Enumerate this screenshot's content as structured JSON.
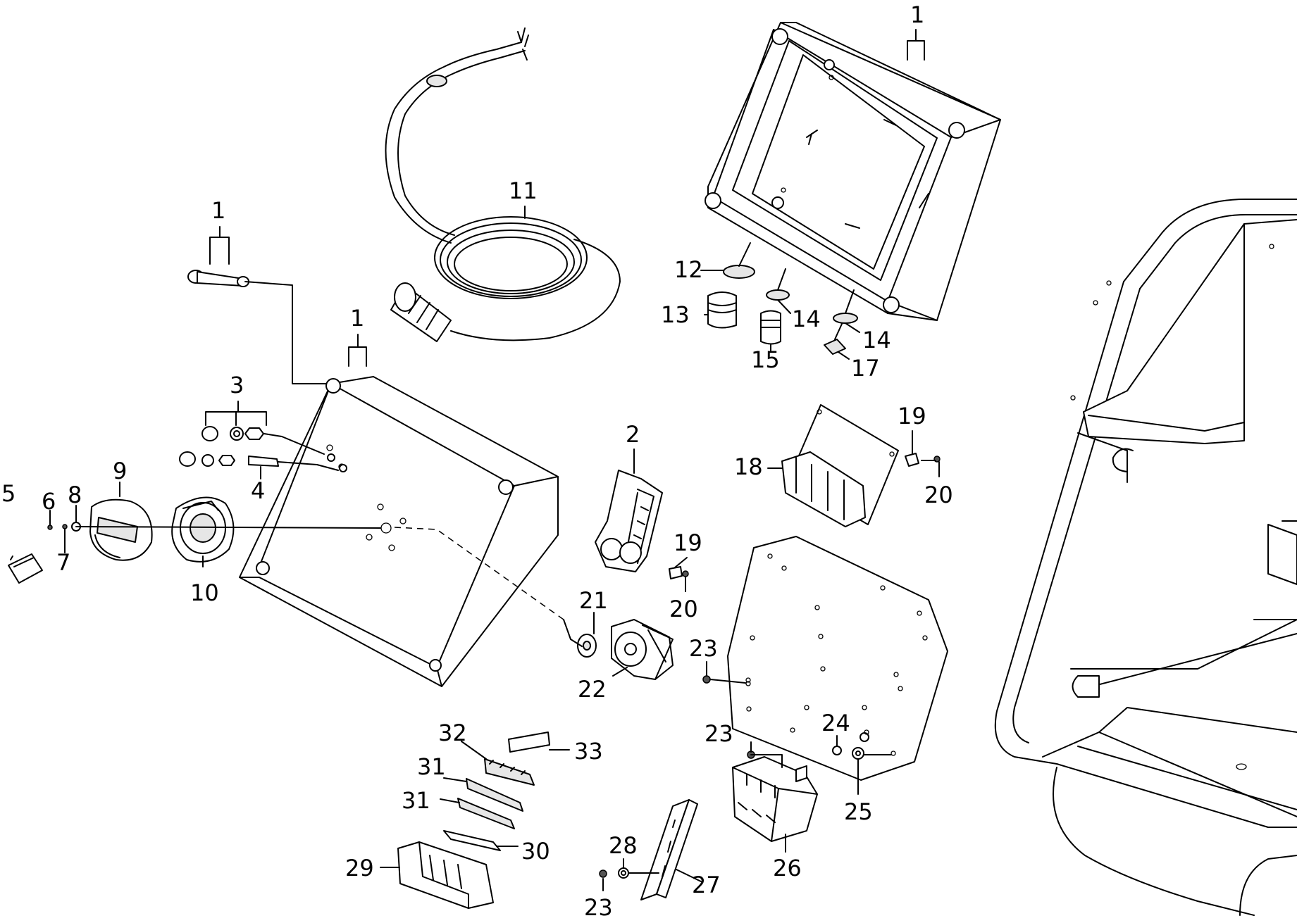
{
  "callouts": {
    "c1a": "1",
    "c1b": "1",
    "c1c": "1",
    "c2": "2",
    "c3": "3",
    "c4": "4",
    "c5": "5",
    "c6": "6",
    "c7": "7",
    "c8": "8",
    "c9": "9",
    "c10": "10",
    "c11": "11",
    "c12": "12",
    "c13": "13",
    "c14a": "14",
    "c14b": "14",
    "c15": "15",
    "c17": "17",
    "c18": "18",
    "c19a": "19",
    "c19b": "19",
    "c20a": "20",
    "c20b": "20",
    "c21": "21",
    "c22": "22",
    "c23a": "23",
    "c23b": "23",
    "c23c": "23",
    "c24": "24",
    "c25": "25",
    "c26": "26",
    "c27": "27",
    "c28": "28",
    "c29": "29",
    "c30": "30",
    "c31a": "31",
    "c31b": "31",
    "c32": "32",
    "c33": "33"
  }
}
